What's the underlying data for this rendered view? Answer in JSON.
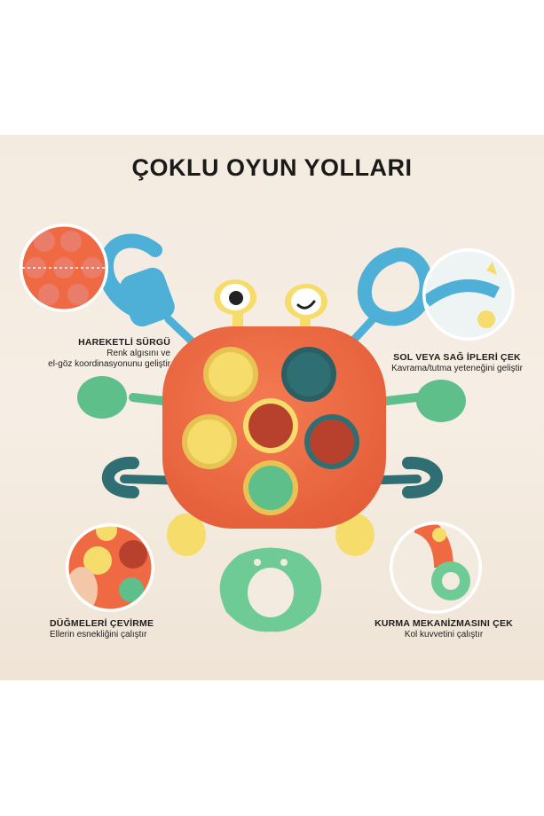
{
  "title": "ÇOKLU OYUN YOLLARI",
  "features": [
    {
      "heading": "HAREKETLİ SÜRGÜ",
      "line1": "Renk algısını ve",
      "line2": "el-göz koordinasyonunu geliştir"
    },
    {
      "heading": "SOL VEYA SAĞ İPLERİ ÇEK",
      "line1": "Kavrama/tutma yeteneğini geliştir"
    },
    {
      "heading": "DÜĞMELERİ ÇEVİRME",
      "line1": "Ellerin esnekliğini çalıştır"
    },
    {
      "heading": "KURMA MEKANİZMASINI ÇEK",
      "line1": "Kol kuvvetini çalıştır"
    }
  ],
  "colors": {
    "body": "#ef6a43",
    "yellow": "#f6dc6a",
    "teal": "#2f6f73",
    "green": "#5fbf8a",
    "blue": "#4eb0d6",
    "darkRed": "#b8412e",
    "pink": "#e97d6a"
  }
}
